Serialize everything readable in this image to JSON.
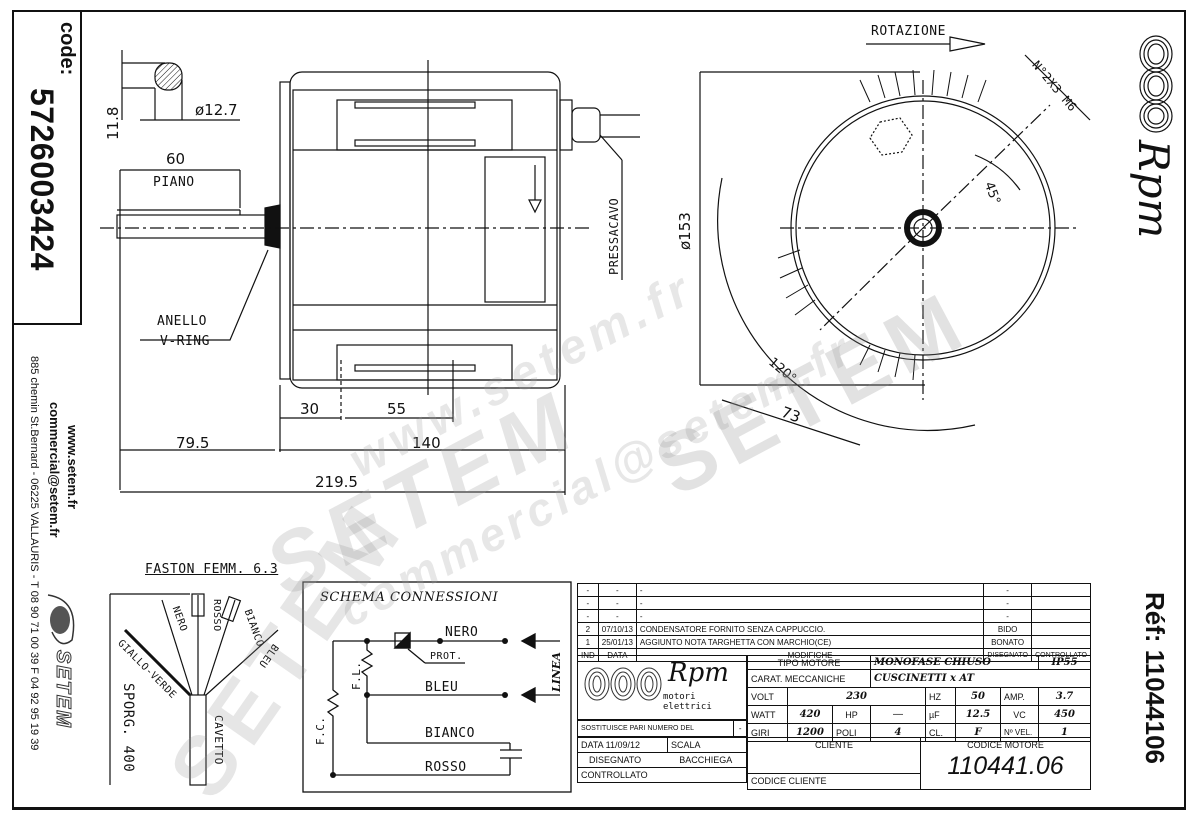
{
  "sidebar_left": {
    "code_label": "code:",
    "code_value": "5726003424",
    "website": "www.setem.fr",
    "email": "commercial@setem.fr",
    "address_line": "885 chemin St.Bernard  -  06225 VALLAURIS  -  T 08 90 71 00 39   F 04 92 95 19 39",
    "brand": "SETEM"
  },
  "sidebar_right": {
    "brand": "Rpm",
    "ref_label": "Réf: 11044106"
  },
  "side_view": {
    "shaft_section_height": "11.8",
    "shaft_diameter": "ø12.7",
    "flat_length": "60",
    "flat_label": "PIANO",
    "vring_label_1": "ANELLO",
    "vring_label_2": "V-RING",
    "cable_gland_label": "PRESSACAVO",
    "dim_30": "30",
    "dim_55": "55",
    "dim_79_5": "79.5",
    "dim_140": "140",
    "dim_219_5": "219.5"
  },
  "front_view": {
    "rotation_label": "ROTAZIONE",
    "diameter": "ø153",
    "holes_label": "N°2X3 M6",
    "angle_45": "45°",
    "angle_120": "120°",
    "dim_73": "73"
  },
  "faston": {
    "title": "FASTON FEMM. 6.3",
    "wires": [
      "GIALLO-VERDE",
      "NERO",
      "ROSSO",
      "BIANCO",
      "BLEU"
    ],
    "cable_label": "CAVETTO",
    "length_label": "SPORG. 400"
  },
  "schema": {
    "title": "SCHEMA CONNESSIONI",
    "nero": "NERO",
    "prot": "PROT.",
    "bleu": "BLEU",
    "bianco": "BIANCO",
    "rosso": "ROSSO",
    "linea": "LINEA",
    "fl": "F.L.",
    "fc": "F.C."
  },
  "revisions": {
    "rows": [
      {
        "ind": "-",
        "data": "-",
        "modifiche": "-",
        "disegnato": "-",
        "controllato": ""
      },
      {
        "ind": "-",
        "data": "-",
        "modifiche": "-",
        "disegnato": "-",
        "controllato": ""
      },
      {
        "ind": "-",
        "data": "-",
        "modifiche": "-",
        "disegnato": "-",
        "controllato": ""
      },
      {
        "ind": "2",
        "data": "07/10/13",
        "modifiche": "CONDENSATORE FORNITO SENZA CAPPUCCIO.",
        "disegnato": "BIDO",
        "controllato": ""
      },
      {
        "ind": "1",
        "data": "25/01/13",
        "modifiche": "AGGIUNTO NOTA TARGHETTA CON MARCHIO(CE)",
        "disegnato": "BONATO",
        "controllato": ""
      }
    ],
    "headers": {
      "ind": "IND",
      "data": "DATA",
      "modifiche": "MODIFICHE",
      "disegnato": "DISEGNATO",
      "controllato": "CONTROLLATO"
    }
  },
  "title_block": {
    "logo_text": "Rpm",
    "logo_sub": "motori elettrici",
    "tipo_motore_label": "TIPO MOTORE",
    "tipo_motore_value": "MONOFASE CHIUSO",
    "ip": "IP55",
    "carat_label": "CARAT. MECCANICHE",
    "carat_value": "CUSCINETTI x AT",
    "volt_label": "VOLT",
    "volt_value": "230",
    "hz_label": "HZ",
    "hz_value": "50",
    "amp_label": "AMP.",
    "amp_value": "3.7",
    "watt_label": "WATT",
    "watt_value": "420",
    "hp_label": "HP",
    "hp_value": "—",
    "uf_label": "µF",
    "uf_value": "12.5",
    "vc_label": "VC",
    "vc_value": "450",
    "giri_label": "GIRI",
    "giri_value": "1200",
    "poli_label": "POLI",
    "poli_value": "4",
    "cl_label": "CL.",
    "cl_value": "F",
    "nvel_label": "Nº VEL.",
    "nvel_value": "1",
    "sostituisce_label": "SOSTITUISCE PARI NUMERO DEL",
    "sostituisce_value": "-",
    "data_label": "DATA  11/09/12",
    "scala_label": "SCALA",
    "disegnato_label": "DISEGNATO",
    "disegnato_value": "BACCHIEGA",
    "controllato_label": "CONTROLLATO",
    "cliente_label": "CLIENTE",
    "codice_cliente_label": "CODICE CLIENTE",
    "codice_motore_label": "CODICE MOTORE",
    "codice_motore_value": "110441.06"
  },
  "watermarks": [
    "SETEM",
    "www.setem.fr",
    "commercial@setem.fr"
  ]
}
